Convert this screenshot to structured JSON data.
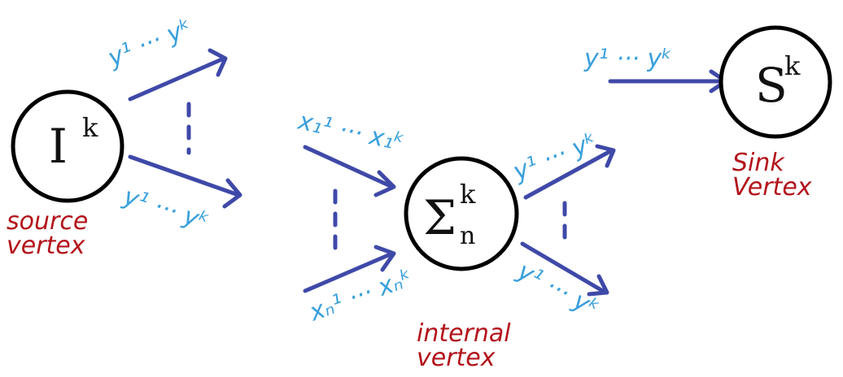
{
  "nodes": {
    "source": {
      "symbol": "I",
      "superscript": "k",
      "caption_line1": "source",
      "caption_line2": "vertex"
    },
    "internal": {
      "symbol": "Σ",
      "superscript": "k",
      "subscript": "n",
      "caption_line1": "internal",
      "caption_line2": "vertex"
    },
    "sink": {
      "symbol": "S",
      "superscript": "k",
      "caption_line1": "Sink",
      "caption_line2": "Vertex"
    }
  },
  "edge_labels": {
    "source_out_top": "y¹ ··· yᵏ",
    "source_out_bottom": "y¹ ··· yᵏ",
    "internal_in_top": "x₁¹ ··· x₁ᵏ",
    "internal_in_bottom": "xₙ¹ ··· xₙᵏ",
    "internal_out_top": "y¹ ··· yᵏ",
    "internal_out_bottom": "y¹ ··· yᵏ",
    "sink_in": "y¹ ··· yᵏ"
  },
  "colors": {
    "arrow": "#3f49a8",
    "edge_label": "#3aa0dd",
    "caption": "#b3141b",
    "node_outline": "#000000"
  }
}
